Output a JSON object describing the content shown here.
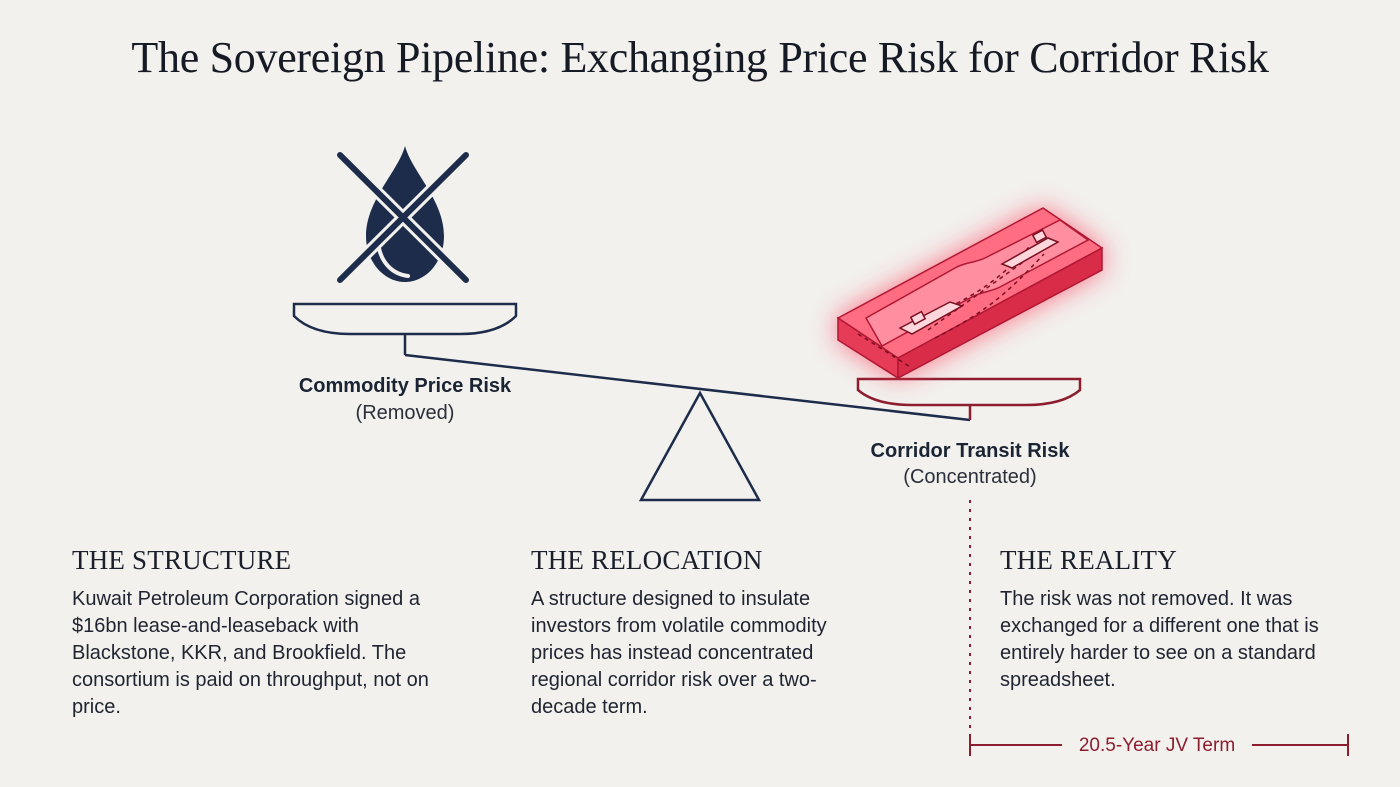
{
  "title": "The Sovereign Pipeline: Exchanging Price Risk for Corridor Risk",
  "left_pan": {
    "label": "Commodity Price Risk",
    "sublabel": "(Removed)",
    "icon": "crossed-oil-drop-icon"
  },
  "right_pan": {
    "label": "Corridor Transit Risk",
    "sublabel": "(Concentrated)",
    "icon": "glowing-shipping-corridor-icon"
  },
  "columns": [
    {
      "heading": "THE STRUCTURE",
      "body": "Kuwait Petroleum Corporation signed a $16bn lease-and-leaseback with Blackstone, KKR, and Brookfield. The consortium is paid on throughput, not on price."
    },
    {
      "heading": "THE RELOCATION",
      "body": "A structure designed to insulate investors from volatile commodity prices has instead concentrated regional corridor risk over a two-decade term."
    },
    {
      "heading": "THE REALITY",
      "body": "The risk was not removed. It was exchanged for a different one that is entirely harder to see on a standard spreadsheet."
    }
  ],
  "timeline": {
    "label": "20.5-Year JV Term"
  },
  "colors": {
    "navy": "#1c2c4a",
    "crimson": "#8c1d2f",
    "glow": "#ff3d5a",
    "background": "#f2f1ee"
  }
}
